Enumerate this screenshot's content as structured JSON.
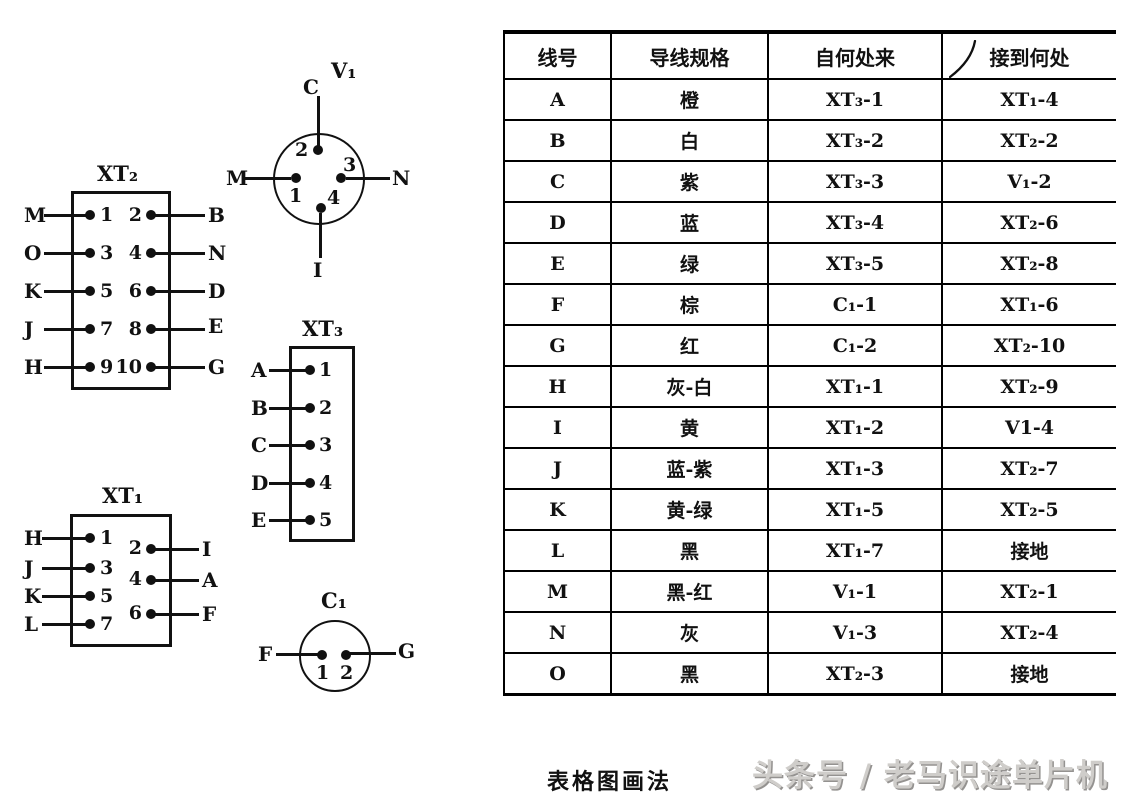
{
  "diagrams": {
    "xt2": {
      "title": "XT₂",
      "left": [
        {
          "l": "M",
          "n": "1"
        },
        {
          "l": "O",
          "n": "3"
        },
        {
          "l": "K",
          "n": "5"
        },
        {
          "l": "J",
          "n": "7"
        },
        {
          "l": "H",
          "n": "9"
        }
      ],
      "right": [
        {
          "n": "2",
          "l": "B"
        },
        {
          "n": "4",
          "l": "N"
        },
        {
          "n": "6",
          "l": "D"
        },
        {
          "n": "8",
          "l": "E"
        },
        {
          "n": "10",
          "l": "G"
        }
      ]
    },
    "v1": {
      "title": "V₁",
      "top": {
        "n": "2",
        "l": "C"
      },
      "left": {
        "n": "1",
        "l": "M"
      },
      "right": {
        "n": "3",
        "l": "N"
      },
      "bottom": {
        "n": "4",
        "l": "I"
      }
    },
    "xt3": {
      "title": "XT₃",
      "pins": [
        {
          "l": "A",
          "n": "1"
        },
        {
          "l": "B",
          "n": "2"
        },
        {
          "l": "C",
          "n": "3"
        },
        {
          "l": "D",
          "n": "4"
        },
        {
          "l": "E",
          "n": "5"
        }
      ]
    },
    "xt1": {
      "title": "XT₁",
      "left": [
        {
          "l": "H",
          "n": "1"
        },
        {
          "l": "J",
          "n": "3"
        },
        {
          "l": "K",
          "n": "5"
        },
        {
          "l": "L",
          "n": "7"
        }
      ],
      "right": [
        {
          "n": "2",
          "l": "I"
        },
        {
          "n": "4",
          "l": "A"
        },
        {
          "n": "6",
          "l": "F"
        }
      ]
    },
    "c1": {
      "title": "C₁",
      "pins": [
        {
          "n": "1",
          "l": "F"
        },
        {
          "n": "2",
          "l": "G"
        }
      ]
    }
  },
  "table": {
    "headers": [
      "线号",
      "导线规格",
      "自何处来",
      "接到何处"
    ],
    "rows": [
      {
        "wire": "A",
        "spec": "橙",
        "from": "XT₃-1",
        "to": "XT₁-4"
      },
      {
        "wire": "B",
        "spec": "白",
        "from": "XT₃-2",
        "to": "XT₂-2"
      },
      {
        "wire": "C",
        "spec": "紫",
        "from": "XT₃-3",
        "to": "V₁-2"
      },
      {
        "wire": "D",
        "spec": "蓝",
        "from": "XT₃-4",
        "to": "XT₂-6"
      },
      {
        "wire": "E",
        "spec": "绿",
        "from": "XT₃-5",
        "to": "XT₂-8"
      },
      {
        "wire": "F",
        "spec": "棕",
        "from": "C₁-1",
        "to": "XT₁-6"
      },
      {
        "wire": "G",
        "spec": "红",
        "from": "C₁-2",
        "to": "XT₂-10"
      },
      {
        "wire": "H",
        "spec": "灰-白",
        "from": "XT₁-1",
        "to": "XT₂-9"
      },
      {
        "wire": "I",
        "spec": "黄",
        "from": "XT₁-2",
        "to": "V1-4"
      },
      {
        "wire": "J",
        "spec": "蓝-紫",
        "from": "XT₁-3",
        "to": "XT₂-7"
      },
      {
        "wire": "K",
        "spec": "黄-绿",
        "from": "XT₁-5",
        "to": "XT₂-5"
      },
      {
        "wire": "L",
        "spec": "黑",
        "from": "XT₁-7",
        "to": "接地"
      },
      {
        "wire": "M",
        "spec": "黑-红",
        "from": "V₁-1",
        "to": "XT₂-1"
      },
      {
        "wire": "N",
        "spec": "灰",
        "from": "V₁-3",
        "to": "XT₂-4"
      },
      {
        "wire": "O",
        "spec": "黑",
        "from": "XT₂-3",
        "to": "接地"
      }
    ]
  },
  "caption": "表格图画法",
  "watermark": "头条号 / 老马识途单片机"
}
